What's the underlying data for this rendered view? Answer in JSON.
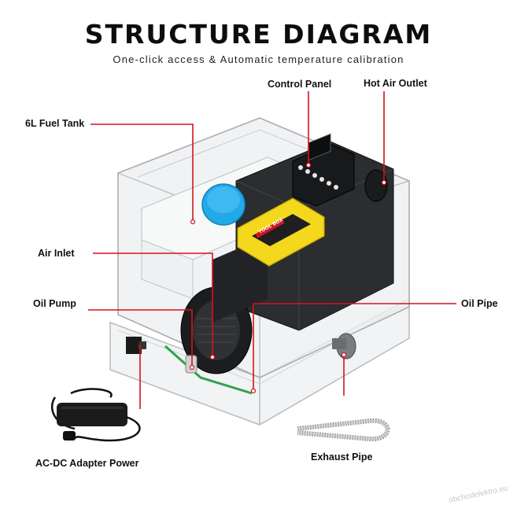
{
  "header": {
    "title": "STRUCTURE DIAGRAM",
    "subtitle": "One-click access & Automatic temperature calibration"
  },
  "labels": {
    "fuel_tank": "6L Fuel Tank",
    "control_panel": "Control Panel",
    "hot_air_outlet": "Hot Air Outlet",
    "air_inlet": "Air Inlet",
    "oil_pump": "Oil Pump",
    "oil_pipe": "Oil Pipe",
    "adapter": "AC-DC Adapter Power",
    "exhaust_pipe": "Exhaust Pipe"
  },
  "handle_text": "TOOL BOX",
  "watermark": "obchodelektro.eu",
  "colors": {
    "leader_line": "#d4141c",
    "handle": "#f4d81e",
    "cap": "#22a9e8",
    "heater_body": "#2b2d30",
    "case": "#e9eced"
  }
}
